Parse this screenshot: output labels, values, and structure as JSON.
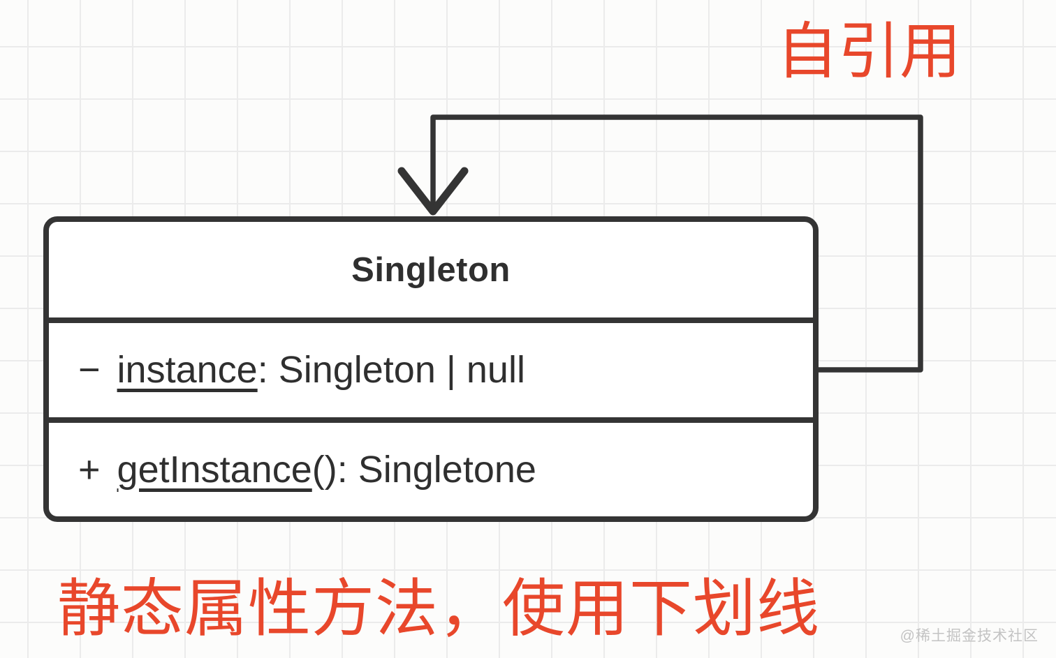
{
  "theme": {
    "accent_red": "#e8472b",
    "stroke_dark": "#343434",
    "text_dark": "#2f2f2f",
    "canvas_bg": "#fcfcfb",
    "grid_line": "#ebebeb",
    "watermark_gray": "#c3c3c3"
  },
  "annotations": {
    "self_reference_label": "自引用",
    "bottom_note": "静态属性方法，使用下划线",
    "watermark": "@稀土掘金技术社区"
  },
  "uml_class": {
    "title": "Singleton",
    "attributes": [
      {
        "visibility": "−",
        "name": "instance",
        "suffix": ": Singleton | null",
        "static": true
      }
    ],
    "methods": [
      {
        "visibility": "+",
        "name": "getInstance",
        "suffix": "(): Singletone",
        "static": true
      }
    ]
  },
  "arrow": {
    "type": "orthogonal-self-reference",
    "path_points": "from right edge of class box, right, up, left, then down into top edge of class box",
    "color": "#343434"
  }
}
